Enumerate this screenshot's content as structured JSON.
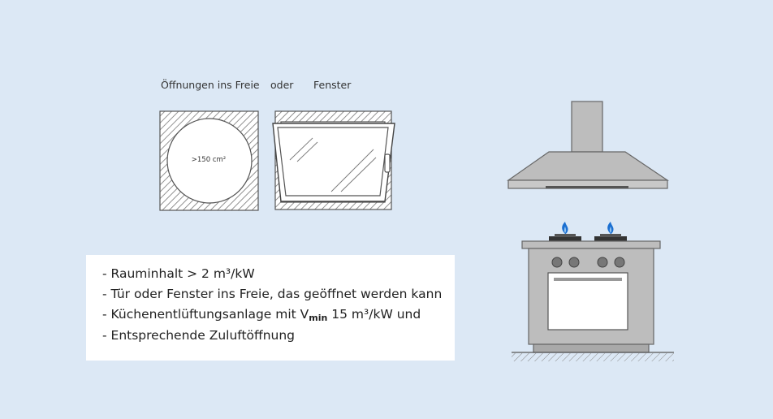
{
  "opening_labels": {
    "opening": "Öffnungen ins Freie",
    "or": "oder",
    "window": "Fenster"
  },
  "opening_area": ">150 cm²",
  "requirements": {
    "r1": "- Rauminhalt > 2 m³/kW",
    "r2": "- Tür oder Fenster ins Freie, das geöffnet werden kann",
    "r3_prefix": "- Küchenentlüftungsanlage mit V",
    "r3_sub": "min",
    "r3_suffix": " 15 m³/kW und",
    "r4": "- Entsprechende Zuluftöffnung"
  },
  "colors": {
    "background": "#dce8f5",
    "appliance_gray": "#bdbdbd",
    "flame_blue": "#1a6fd1"
  }
}
